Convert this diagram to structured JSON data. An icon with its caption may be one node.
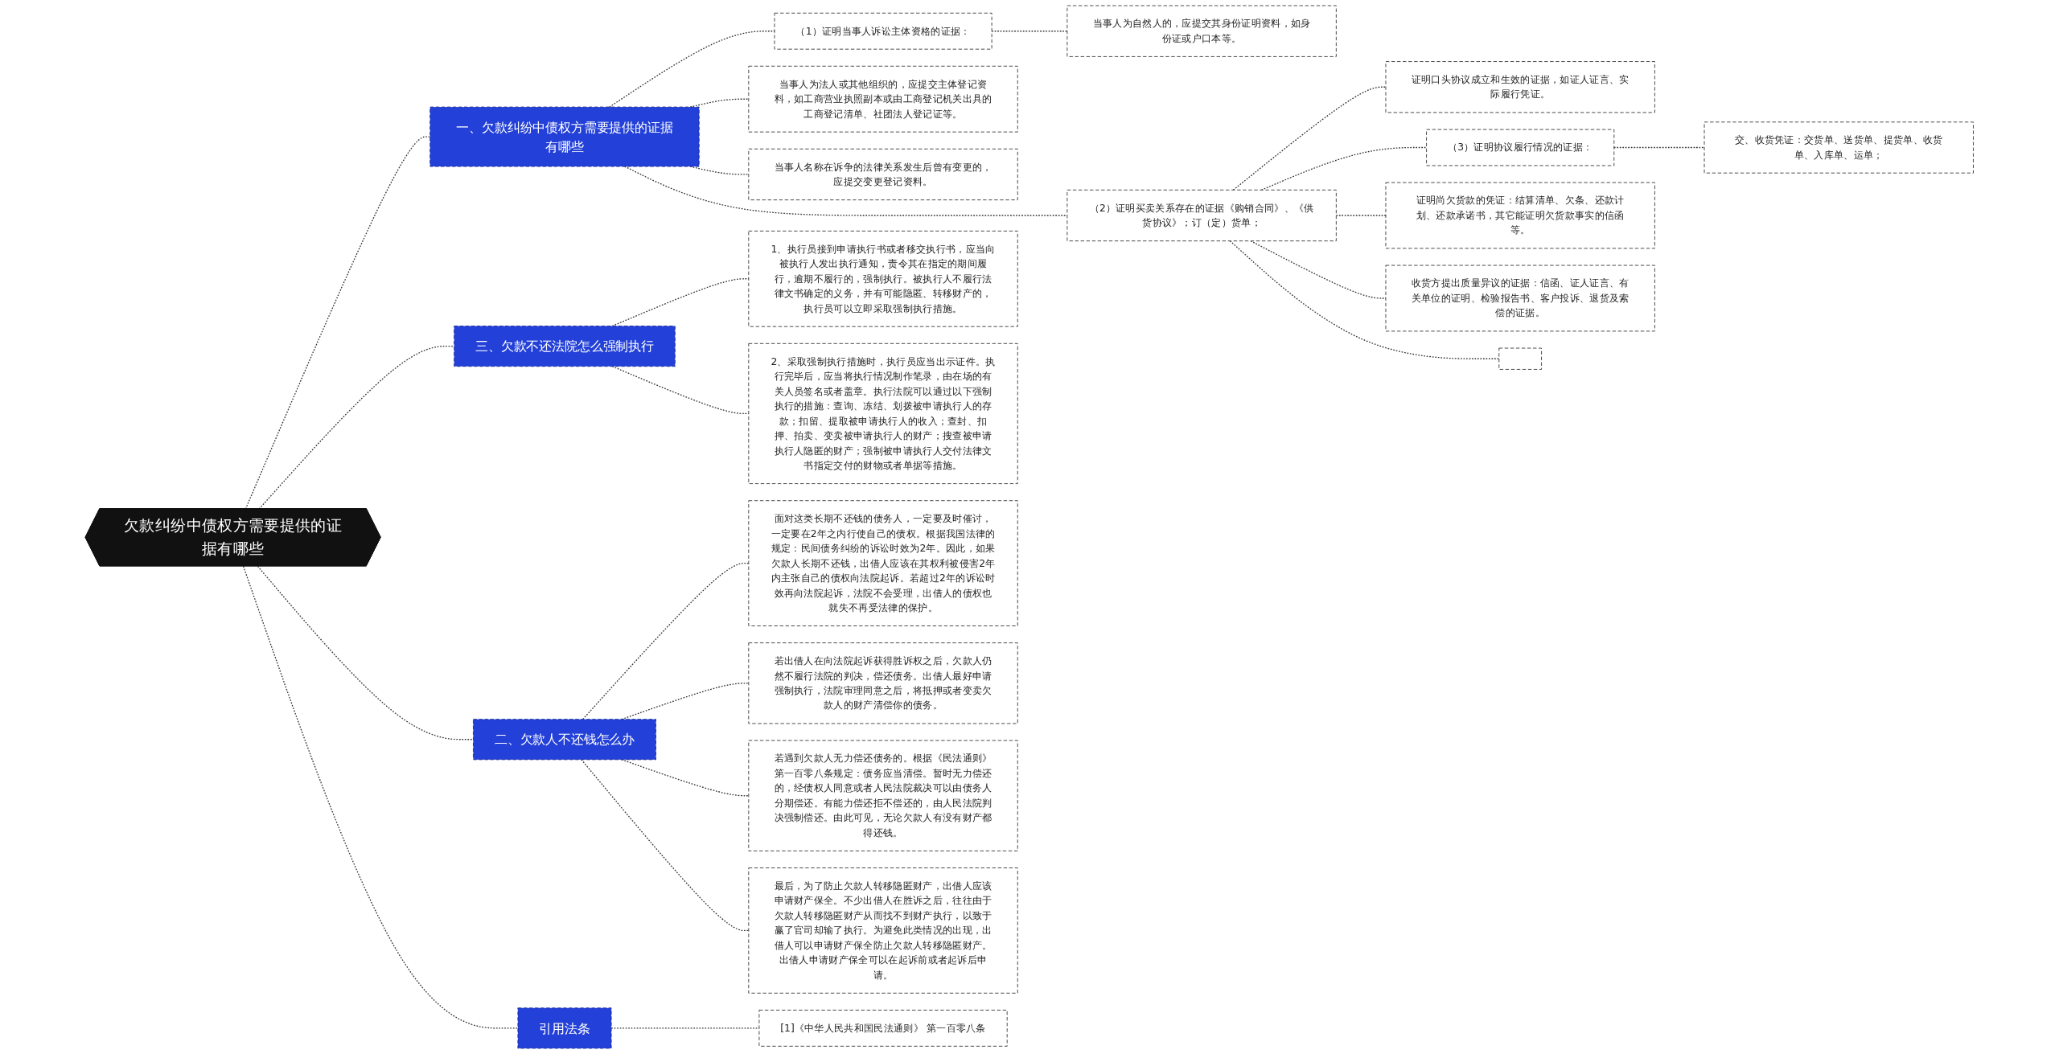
{
  "diagram": {
    "nodes": [
      {
        "text": [
          "欠款纠纷中债权方需要提供的证据有哪些"
        ]
      },
      {
        "text": [
          "一、欠款纠纷中债权方需要提供的证据有哪些"
        ]
      },
      {
        "text": [
          "（1）证明当事人诉讼主体资格的证据："
        ]
      },
      {
        "text": [
          "当事人为自然人的，应提交其身份证明资料，如身份证或户口本等。"
        ]
      },
      {
        "text": [
          "当事人为法人或其他组织的，应提交主体登记资料，如工商营业执照副本或由工商登记机关出具的工商登记清单、社团法人登记证等。"
        ]
      },
      {
        "text": [
          "当事人名称在诉争的法律关系发生后曾有变更的，应提交变更登记资料。"
        ]
      },
      {
        "text": [
          "（2）证明买卖关系存在的证据《购销合同》、《供货协议》；订（定）货单；"
        ]
      },
      {
        "text": [
          "证明口头协议成立和生效的证据，如证人证言、实际履行凭证。"
        ]
      },
      {
        "text": [
          "（3）证明协议履行情况的证据："
        ]
      },
      {
        "text": [
          "交、收货凭证：交货单、送货单、提货单、收货单、入库单、运单；"
        ]
      },
      {
        "text": [
          "证明尚欠货款的凭证：结算清单、欠条、还款计划、还款承诺书，其它能证明欠货款事实的信函等。"
        ]
      },
      {
        "text": [
          "收货方提出质量异议的证据：信函、证人证言、有关单位的证明、检验报告书、客户投诉、退货及索偿的证据。"
        ]
      },
      {
        "text": [],
        "shape": "box"
      },
      {
        "text": [
          "三、欠款不还法院怎么强制执行"
        ]
      },
      {
        "text": [
          "1、执行员接到申请执行书或者移交执行书，应当向被执行人发出执行通知，责令其在指定的期间履行，逾期不履行的，强制执行。被执行人不履行法律文书确定的义务，并有可能隐匿、转移财产的，执行员可以立即采取强制执行措施。"
        ]
      },
      {
        "text": [
          "2、采取强制执行措施时，执行员应当出示证件。执行完毕后，应当将执行情况制作笔录，由在场的有关人员签名或者盖章。执行法院可以通过以下强制执行的措施：查询、冻结、划拨被申请执行人的存款；扣留、提取被申请执行人的收入；查封、扣押、拍卖、变卖被申请执行人的财产；搜查被申请执行人隐匿的财产；强制被申请执行人交付法律文书指定交付的财物或者单据等措施。"
        ]
      },
      {
        "text": [
          "二、欠款人不还钱怎么办"
        ]
      },
      {
        "text": [
          "面对这类长期不还钱的债务人，一定要及时催讨，一定要在2年之内行使自己的债权。根据我国法律的规定：民间债务纠纷的诉讼时效为2年。因此，如果欠款人长期不还钱，出借人应该在其权利被侵害2年内主张自己的债权向法院起诉。若超过2年的诉讼时效再向法院起诉，法院不会受理，出借人的债权也就失不再受法律的保护。"
        ]
      },
      {
        "text": [
          "若出借人在向法院起诉获得胜诉权之后，欠款人仍然不履行法院的判决，偿还债务。出借人最好申请强制执行，法院审理同意之后，将抵押或者变卖欠款人的财产清偿你的债务。"
        ]
      },
      {
        "text": [
          "若遇到欠款人无力偿还债务的。根据《民法通则》第一百零八条规定：债务应当清偿。暂时无力偿还的，经债权人同意或者人民法院裁决可以由债务人分期偿还。有能力偿还拒不偿还的，由人民法院判决强制偿还。由此可见，无论欠款人有没有财产都得还钱。"
        ]
      },
      {
        "text": [
          "最后，为了防止欠款人转移隐匿财产，出借人应该申请财产保全。不少出借人在胜诉之后，往往由于欠款人转移隐匿财产从而找不到财产执行，以致于赢了官司却输了执行。为避免此类情况的出现，出借人可以申请财产保全防止欠款人转移隐匿财产。出借人申请财产保全可以在起诉前或者起诉后申请。"
        ]
      },
      {
        "text": [
          "引用法条"
        ]
      },
      {
        "text": [
          "[1]《中华人民共和国民法通则》 第一百零八条"
        ]
      }
    ],
    "edges": [
      {
        "from": 0,
        "to": 1,
        "arrow": "none",
        "style": "dashed"
      },
      {
        "from": 1,
        "to": 2,
        "arrow": "none",
        "style": "dashed"
      },
      {
        "from": 2,
        "to": 3,
        "arrow": "none",
        "style": "dashed"
      },
      {
        "from": 1,
        "to": 4,
        "arrow": "none",
        "style": "dashed"
      },
      {
        "from": 1,
        "to": 5,
        "arrow": "none",
        "style": "dashed"
      },
      {
        "from": 1,
        "to": 6,
        "arrow": "none",
        "style": "dashed"
      },
      {
        "from": 6,
        "to": 7,
        "arrow": "none",
        "style": "dashed"
      },
      {
        "from": 6,
        "to": 8,
        "arrow": "none",
        "style": "dashed"
      },
      {
        "from": 8,
        "to": 9,
        "arrow": "none",
        "style": "dashed"
      },
      {
        "from": 6,
        "to": 10,
        "arrow": "none",
        "style": "dashed"
      },
      {
        "from": 6,
        "to": 11,
        "arrow": "none",
        "style": "dashed"
      },
      {
        "from": 6,
        "to": 12,
        "arrow": "none",
        "style": "dashed"
      },
      {
        "from": 0,
        "to": 13,
        "arrow": "none",
        "style": "dashed"
      },
      {
        "from": 13,
        "to": 14,
        "arrow": "none",
        "style": "dashed"
      },
      {
        "from": 13,
        "to": 15,
        "arrow": "none",
        "style": "dashed"
      },
      {
        "from": 0,
        "to": 16,
        "arrow": "none",
        "style": "dashed"
      },
      {
        "from": 16,
        "to": 17,
        "arrow": "none",
        "style": "dashed"
      },
      {
        "from": 16,
        "to": 18,
        "arrow": "none",
        "style": "dashed"
      },
      {
        "from": 16,
        "to": 19,
        "arrow": "none",
        "style": "dashed"
      },
      {
        "from": 16,
        "to": 20,
        "arrow": "none",
        "style": "dashed"
      },
      {
        "from": 0,
        "to": 21,
        "arrow": "none",
        "style": "dashed"
      },
      {
        "from": 21,
        "to": 22,
        "arrow": "none",
        "style": "dashed"
      }
    ]
  }
}
